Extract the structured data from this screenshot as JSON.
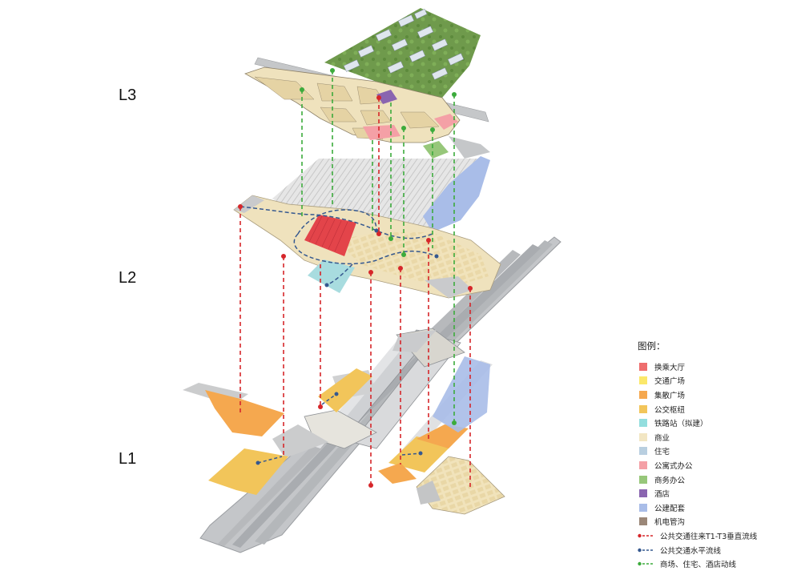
{
  "levels": {
    "l3": "L3",
    "l2": "L2",
    "l1": "L1"
  },
  "legend": {
    "title": "图例：",
    "items": [
      {
        "label": "换乘大厅",
        "color": "#ee6d6d"
      },
      {
        "label": "交通广场",
        "color": "#fbe86a"
      },
      {
        "label": "集散广场",
        "color": "#f5a84f"
      },
      {
        "label": "公交枢纽",
        "color": "#f2c55a"
      },
      {
        "label": "铁路站（拟建）",
        "color": "#93dede"
      },
      {
        "label": "商业",
        "color": "#f2e6c3"
      },
      {
        "label": "住宅",
        "color": "#b9cfe0"
      },
      {
        "label": "公寓式办公",
        "color": "#f4a0a6"
      },
      {
        "label": "商务办公",
        "color": "#97c77a"
      },
      {
        "label": "酒店",
        "color": "#8a65b0"
      },
      {
        "label": "公建配套",
        "color": "#a9bde8"
      },
      {
        "label": "机电管沟",
        "color": "#9b8778"
      }
    ],
    "lines": [
      {
        "label": "公共交通往来T1-T3垂直流线",
        "color": "#d6262a"
      },
      {
        "label": "公共交通水平流线",
        "color": "#35588f"
      },
      {
        "label": "商场、住宅、酒店动线",
        "color": "#3cab3c"
      }
    ]
  }
}
